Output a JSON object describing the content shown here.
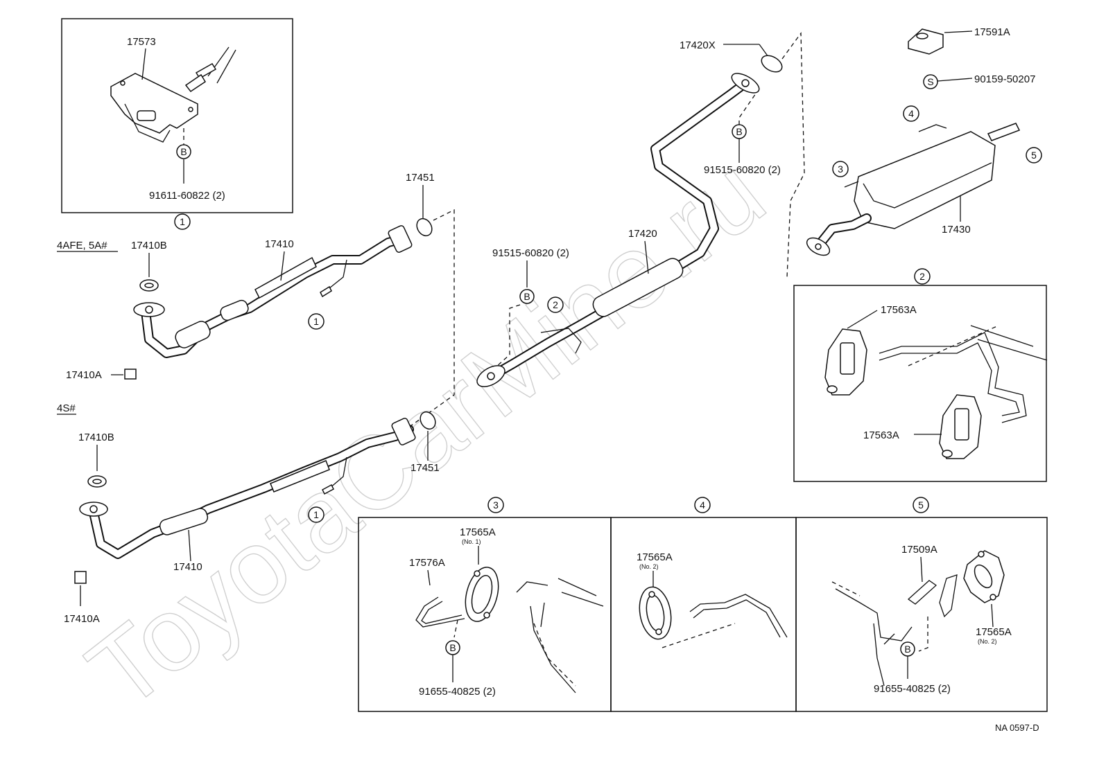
{
  "watermark": "ToyotaCarMine.ru",
  "engine_label_1": "4AFE, 5A#",
  "engine_label_2": "4S#",
  "diagram_code": "NA 0597-D",
  "callouts": {
    "c1": "1",
    "c2": "2",
    "c3": "3",
    "c4": "4",
    "c5": "5",
    "s": "S",
    "b": "B"
  },
  "parts": {
    "p17573": "17573",
    "p91611": "91611-60822 (2)",
    "p17451_top": "17451",
    "p17451_bottom": "17451",
    "p17410_top": "17410",
    "p17410_bottom": "17410",
    "p17410B_top": "17410B",
    "p17410B_bottom": "17410B",
    "p17410A_top": "17410A",
    "p17410A_bottom": "17410A",
    "p91515_left": "91515-60820 (2)",
    "p91515_right": "91515-60820 (2)",
    "p17420": "17420",
    "p17420X": "17420X",
    "p17591A": "17591A",
    "p90159": "90159-50207",
    "p17430": "17430",
    "p17563A_top": "17563A",
    "p17563A_bottom": "17563A",
    "p17565A_3": "17565A",
    "p17565A_3_note": "(No. 1)",
    "p17576A": "17576A",
    "p91655_3": "91655-40825 (2)",
    "p17565A_4": "17565A",
    "p17565A_4_note": "(No. 2)",
    "p17509A": "17509A",
    "p17565A_5": "17565A",
    "p17565A_5_note": "(No. 2)",
    "p91655_5": "91655-40825 (2)"
  }
}
